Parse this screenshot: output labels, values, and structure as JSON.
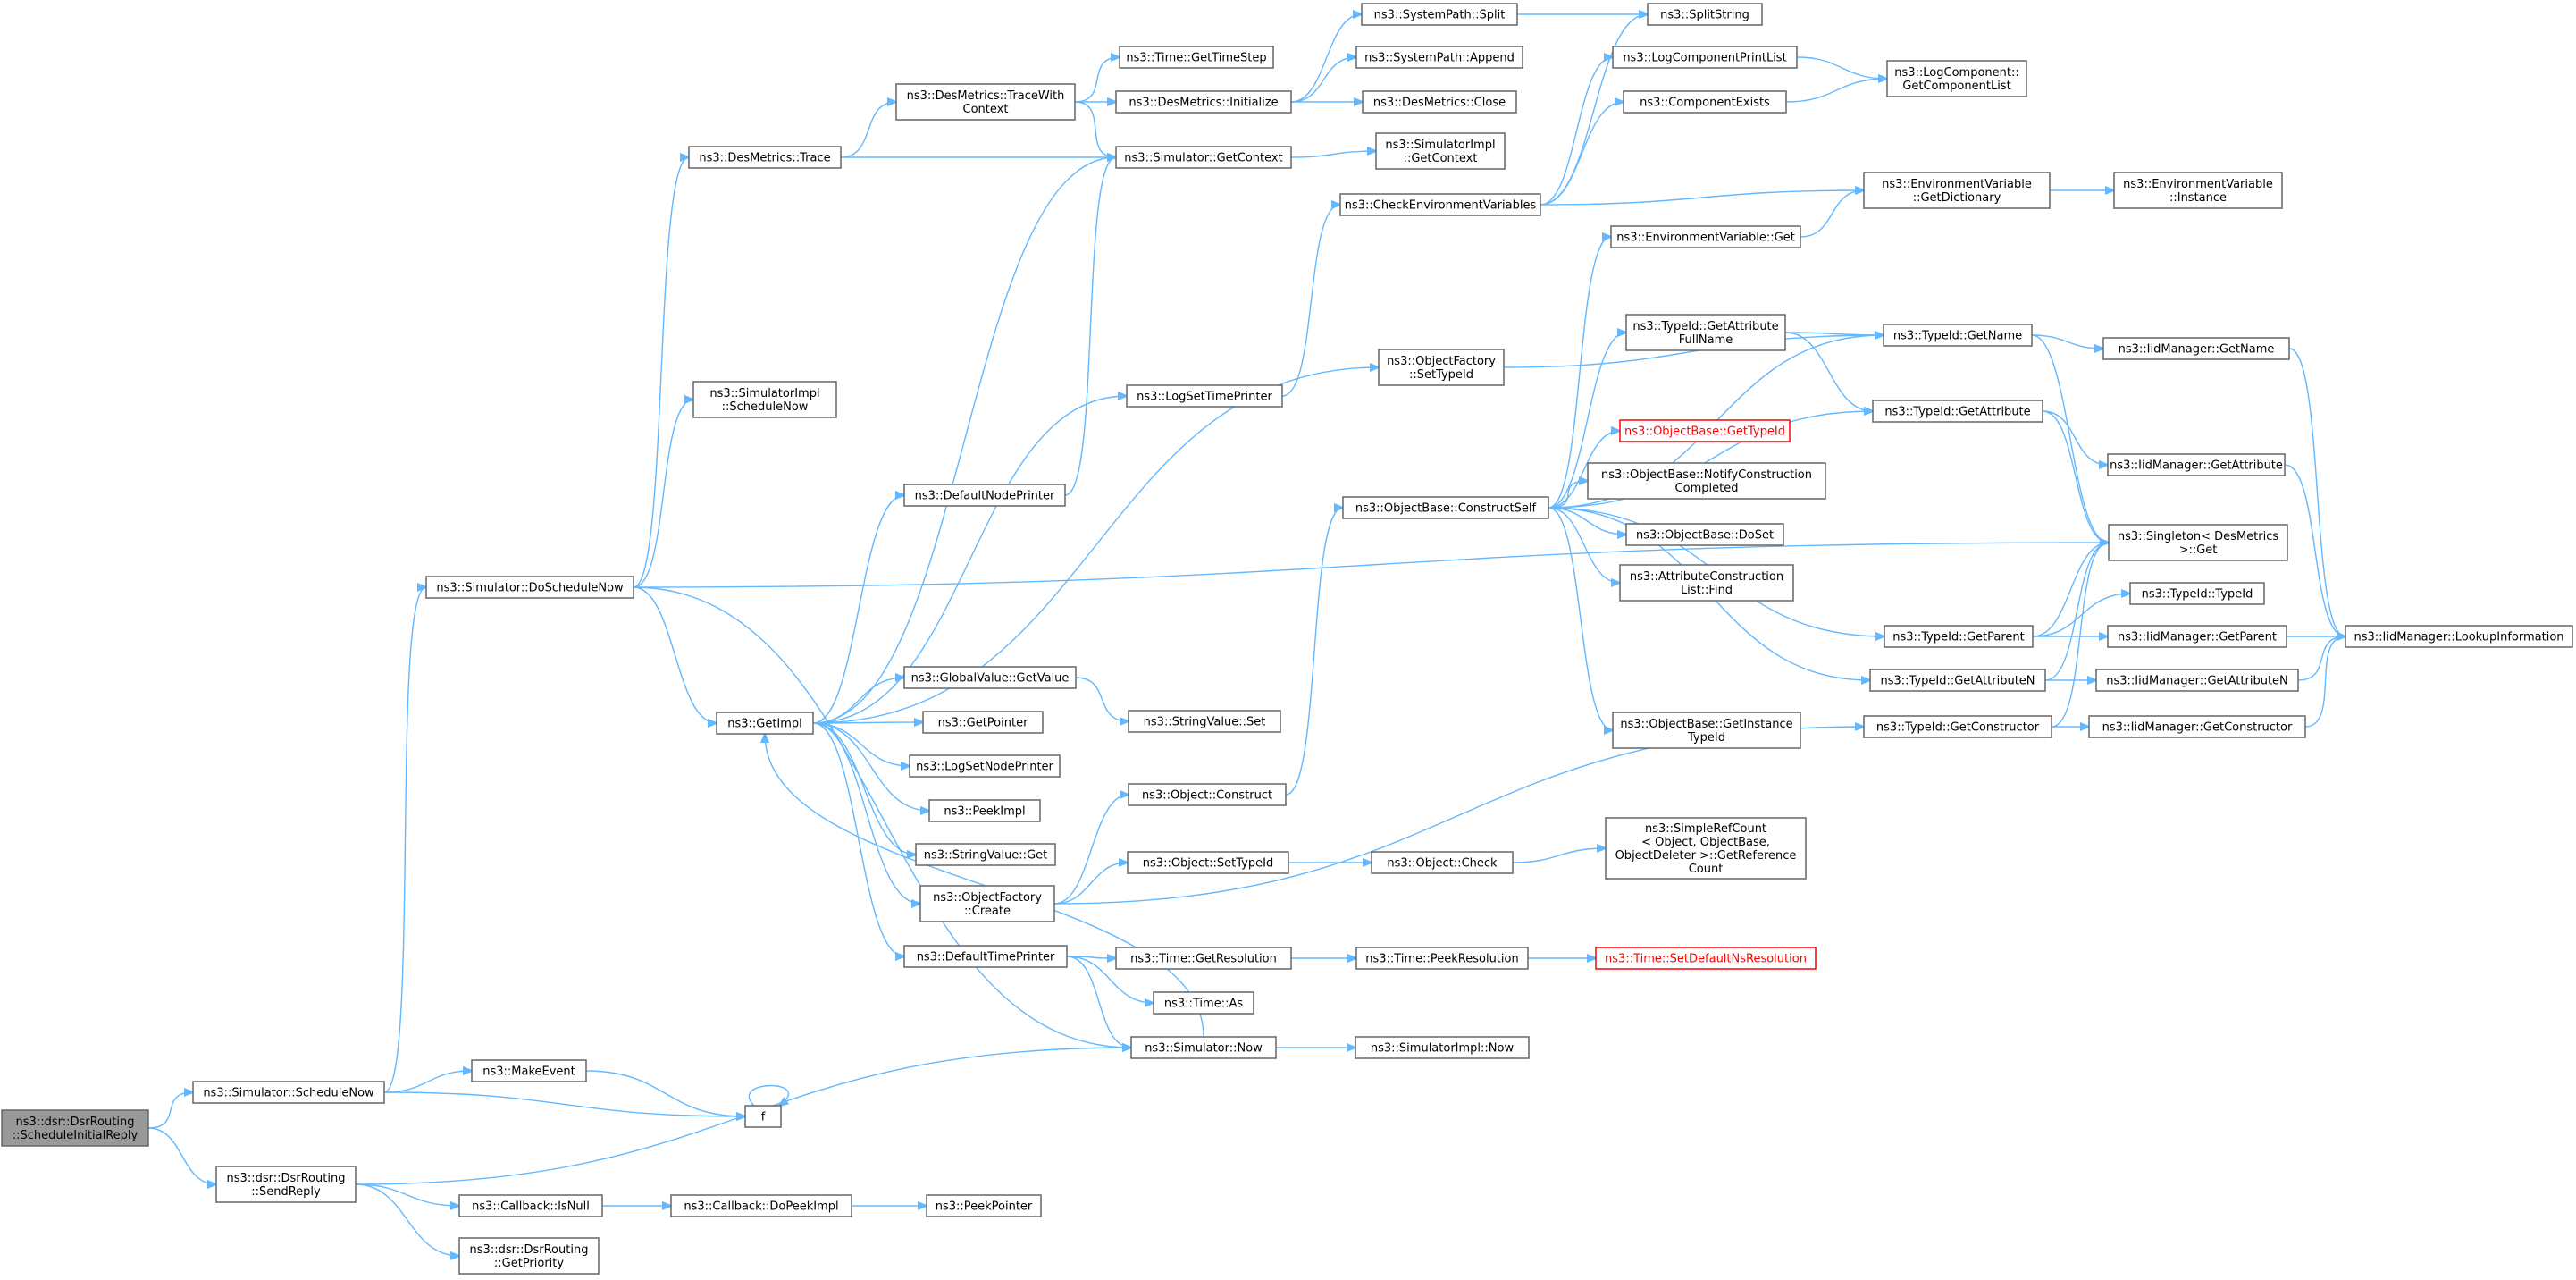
{
  "colors": {
    "edge": "#63b8ff",
    "node_border": "#666666",
    "root_fill": "#999999",
    "missing_border": "#ff0000"
  },
  "nodes": [
    {
      "id": "n_root",
      "lines": [
        "ns3::dsr::DsrRouting",
        "::ScheduleInitialReply"
      ],
      "style": "root"
    },
    {
      "id": "n_schednow",
      "lines": [
        "ns3::Simulator::ScheduleNow"
      ]
    },
    {
      "id": "n_sendreply",
      "lines": [
        "ns3::dsr::DsrRouting",
        "::SendReply"
      ]
    },
    {
      "id": "n_doschednow",
      "lines": [
        "ns3::Simulator::DoScheduleNow"
      ]
    },
    {
      "id": "n_makeevent",
      "lines": [
        "ns3::MakeEvent"
      ]
    },
    {
      "id": "n_f",
      "lines": [
        "f"
      ]
    },
    {
      "id": "n_isnull",
      "lines": [
        "ns3::Callback::IsNull"
      ]
    },
    {
      "id": "n_getprio",
      "lines": [
        "ns3::dsr::DsrRouting",
        "::GetPriority"
      ]
    },
    {
      "id": "n_dmtrace",
      "lines": [
        "ns3::DesMetrics::Trace"
      ]
    },
    {
      "id": "n_simimplschednow",
      "lines": [
        "ns3::SimulatorImpl",
        "::ScheduleNow"
      ]
    },
    {
      "id": "n_getimpl",
      "lines": [
        "ns3::GetImpl"
      ]
    },
    {
      "id": "n_dmtracewith",
      "lines": [
        "ns3::DesMetrics::TraceWith",
        "Context"
      ]
    },
    {
      "id": "n_defaultnodeprinter",
      "lines": [
        "ns3::DefaultNodePrinter"
      ]
    },
    {
      "id": "n_gvgetvalue",
      "lines": [
        "ns3::GlobalValue::GetValue"
      ]
    },
    {
      "id": "n_getpointer",
      "lines": [
        "ns3::GetPointer"
      ]
    },
    {
      "id": "n_logsetnodeprinter",
      "lines": [
        "ns3::LogSetNodePrinter"
      ]
    },
    {
      "id": "n_peekimpl",
      "lines": [
        "ns3::PeekImpl"
      ]
    },
    {
      "id": "n_svget",
      "lines": [
        "ns3::StringValue::Get"
      ]
    },
    {
      "id": "n_ofcreate",
      "lines": [
        "ns3::ObjectFactory",
        "::Create"
      ]
    },
    {
      "id": "n_defaulttimeprinter",
      "lines": [
        "ns3::DefaultTimePrinter"
      ]
    },
    {
      "id": "n_dopeekimpl",
      "lines": [
        "ns3::Callback::DoPeekImpl"
      ]
    },
    {
      "id": "n_peekpointer",
      "lines": [
        "ns3::PeekPointer"
      ]
    },
    {
      "id": "n_timegetstep",
      "lines": [
        "ns3::Time::GetTimeStep"
      ]
    },
    {
      "id": "n_dminit",
      "lines": [
        "ns3::DesMetrics::Initialize"
      ]
    },
    {
      "id": "n_simgetctx",
      "lines": [
        "ns3::Simulator::GetContext"
      ]
    },
    {
      "id": "n_logsettimeprinter",
      "lines": [
        "ns3::LogSetTimePrinter"
      ]
    },
    {
      "id": "n_svset",
      "lines": [
        "ns3::StringValue::Set"
      ]
    },
    {
      "id": "n_objconstruct",
      "lines": [
        "ns3::Object::Construct"
      ]
    },
    {
      "id": "n_objsettypeid",
      "lines": [
        "ns3::Object::SetTypeId"
      ]
    },
    {
      "id": "n_timegetres",
      "lines": [
        "ns3::Time::GetResolution"
      ]
    },
    {
      "id": "n_timeas",
      "lines": [
        "ns3::Time::As"
      ]
    },
    {
      "id": "n_simnow",
      "lines": [
        "ns3::Simulator::Now"
      ]
    },
    {
      "id": "n_spsplit",
      "lines": [
        "ns3::SystemPath::Split"
      ]
    },
    {
      "id": "n_spappend",
      "lines": [
        "ns3::SystemPath::Append"
      ]
    },
    {
      "id": "n_dmclose",
      "lines": [
        "ns3::DesMetrics::Close"
      ]
    },
    {
      "id": "n_simimplgetctx",
      "lines": [
        "ns3::SimulatorImpl",
        "::GetContext"
      ]
    },
    {
      "id": "n_checkenv",
      "lines": [
        "ns3::CheckEnvironmentVariables"
      ]
    },
    {
      "id": "n_ofsettypeid",
      "lines": [
        "ns3::ObjectFactory",
        "::SetTypeId"
      ]
    },
    {
      "id": "n_obconstructself",
      "lines": [
        "ns3::ObjectBase::ConstructSelf"
      ]
    },
    {
      "id": "n_objcheck",
      "lines": [
        "ns3::Object::Check"
      ]
    },
    {
      "id": "n_timepeekres",
      "lines": [
        "ns3::Time::PeekResolution"
      ]
    },
    {
      "id": "n_simimplnow",
      "lines": [
        "ns3::SimulatorImpl::Now"
      ]
    },
    {
      "id": "n_splitstring",
      "lines": [
        "ns3::SplitString"
      ]
    },
    {
      "id": "n_logcompprintlist",
      "lines": [
        "ns3::LogComponentPrintList"
      ]
    },
    {
      "id": "n_compexists",
      "lines": [
        "ns3::ComponentExists"
      ]
    },
    {
      "id": "n_envvarget",
      "lines": [
        "ns3::EnvironmentVariable::Get"
      ]
    },
    {
      "id": "n_tidgetattrfull",
      "lines": [
        "ns3::TypeId::GetAttribute",
        "FullName"
      ]
    },
    {
      "id": "n_obgettypeid",
      "lines": [
        "ns3::ObjectBase::GetTypeId"
      ],
      "style": "red"
    },
    {
      "id": "n_obnotify",
      "lines": [
        "ns3::ObjectBase::NotifyConstruction",
        "Completed"
      ]
    },
    {
      "id": "n_obdoset",
      "lines": [
        "ns3::ObjectBase::DoSet"
      ]
    },
    {
      "id": "n_attrconstlist",
      "lines": [
        "ns3::AttributeConstruction",
        "List::Find"
      ]
    },
    {
      "id": "n_obgetinstance",
      "lines": [
        "ns3::ObjectBase::GetInstance",
        "TypeId"
      ]
    },
    {
      "id": "n_simplerefcount",
      "lines": [
        "ns3::SimpleRefCount",
        "< Object, ObjectBase,",
        "ObjectDeleter >::GetReference",
        "Count"
      ]
    },
    {
      "id": "n_timesetdefault",
      "lines": [
        "ns3::Time::SetDefaultNsResolution"
      ],
      "style": "red"
    },
    {
      "id": "n_logcompgetlist",
      "lines": [
        "ns3::LogComponent::",
        "GetComponentList"
      ]
    },
    {
      "id": "n_envvargetdict",
      "lines": [
        "ns3::EnvironmentVariable",
        "::GetDictionary"
      ]
    },
    {
      "id": "n_tidgetname",
      "lines": [
        "ns3::TypeId::GetName"
      ]
    },
    {
      "id": "n_tidgetattr",
      "lines": [
        "ns3::TypeId::GetAttribute"
      ]
    },
    {
      "id": "n_singletonget",
      "lines": [
        "ns3::Singleton< DesMetrics",
        "  >::Get"
      ]
    },
    {
      "id": "n_tidgetparent",
      "lines": [
        "ns3::TypeId::GetParent"
      ]
    },
    {
      "id": "n_tidgetattrn",
      "lines": [
        "ns3::TypeId::GetAttributeN"
      ]
    },
    {
      "id": "n_tidgetconstructor",
      "lines": [
        "ns3::TypeId::GetConstructor"
      ]
    },
    {
      "id": "n_envvarinstance",
      "lines": [
        "ns3::EnvironmentVariable",
        "::Instance"
      ]
    },
    {
      "id": "n_iidgetname",
      "lines": [
        "ns3::IidManager::GetName"
      ]
    },
    {
      "id": "n_iidgetattr",
      "lines": [
        "ns3::IidManager::GetAttribute"
      ]
    },
    {
      "id": "n_tidtypeid",
      "lines": [
        "ns3::TypeId::TypeId"
      ]
    },
    {
      "id": "n_iidgetparent",
      "lines": [
        "ns3::IidManager::GetParent"
      ]
    },
    {
      "id": "n_iidgetattrn",
      "lines": [
        "ns3::IidManager::GetAttributeN"
      ]
    },
    {
      "id": "n_iidgetconstructor",
      "lines": [
        "ns3::IidManager::GetConstructor"
      ]
    },
    {
      "id": "n_iidlookup",
      "lines": [
        "ns3::IidManager::LookupInformation"
      ]
    }
  ]
}
